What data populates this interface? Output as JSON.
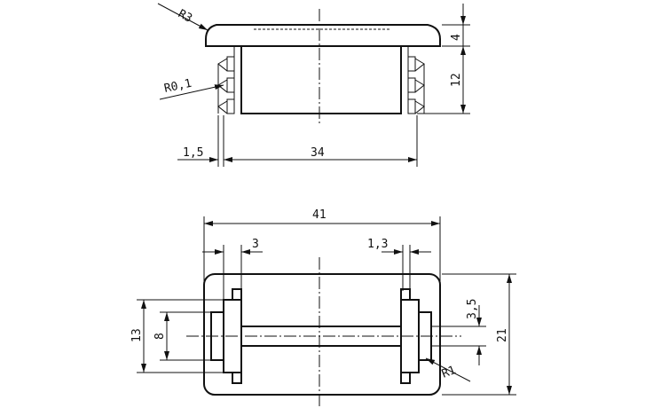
{
  "dimensions": {
    "r3": "R3",
    "r01": "R0,1",
    "h4": "4",
    "h12": "12",
    "w15": "1,5",
    "w34": "34",
    "w41": "41",
    "w3": "3",
    "w13": "1,3",
    "h35": "3,5",
    "h13": "13",
    "h8": "8",
    "h21": "21",
    "r1": "R1"
  },
  "colors": {
    "line": "#111111",
    "background": "#ffffff"
  }
}
